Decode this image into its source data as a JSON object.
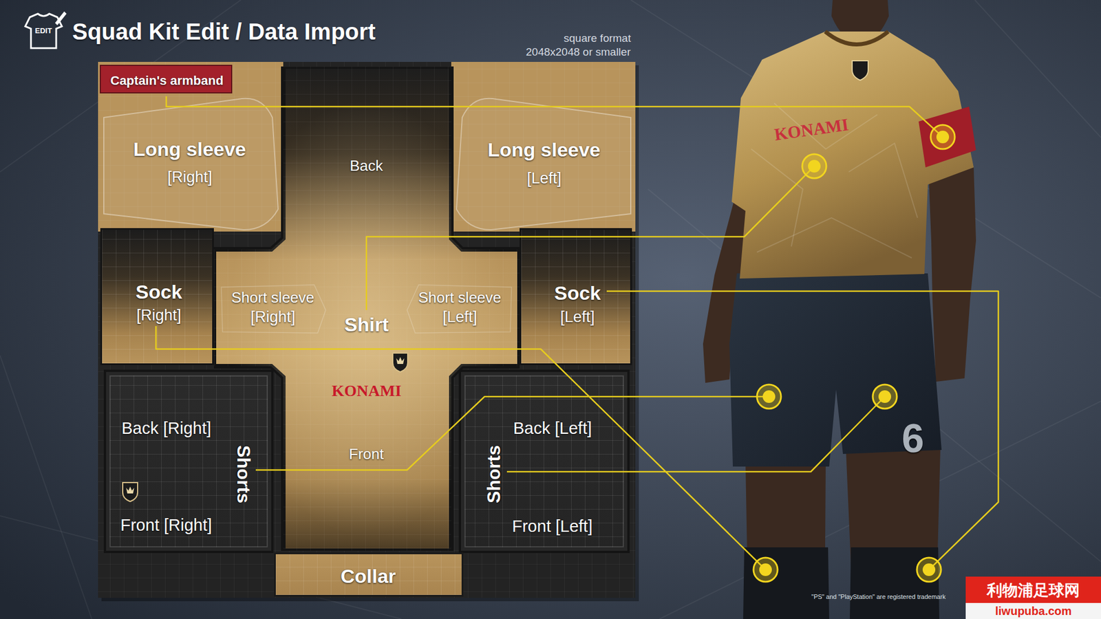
{
  "diagram": {
    "title": "Squad Kit Edit / Data Import",
    "nodes": [
      {
        "text": [
          "Captain's armband"
        ]
      },
      {
        "text": [
          "Long sleeve",
          "[Right]"
        ]
      },
      {
        "text": [
          "Long sleeve",
          "[Left]"
        ]
      },
      {
        "text": [
          "Back",
          "Shirt",
          "Front"
        ]
      },
      {
        "text": [
          "Short sleeve",
          "[Right]"
        ],
        "in": 3
      },
      {
        "text": [
          "Short sleeve",
          "[Left]"
        ],
        "in": 3
      },
      {
        "text": [
          "Sock",
          "[Right]"
        ]
      },
      {
        "text": [
          "Sock",
          "[Left]"
        ]
      },
      {
        "text": [
          "Back [Right]",
          "Shorts",
          "Front [Right]"
        ]
      },
      {
        "text": [
          "Back [Left]",
          "Shorts",
          "Front [Left]"
        ]
      },
      {
        "text": [
          "Collar"
        ]
      }
    ],
    "labels": [
      "EDIT",
      "square format",
      "2048x2048 or smaller",
      "KONAMI",
      "KONAMI",
      "6",
      "\"PS\" and \"PlayStation\" are registered trademark",
      "利物浦足球网",
      "liwupuba.com"
    ]
  }
}
